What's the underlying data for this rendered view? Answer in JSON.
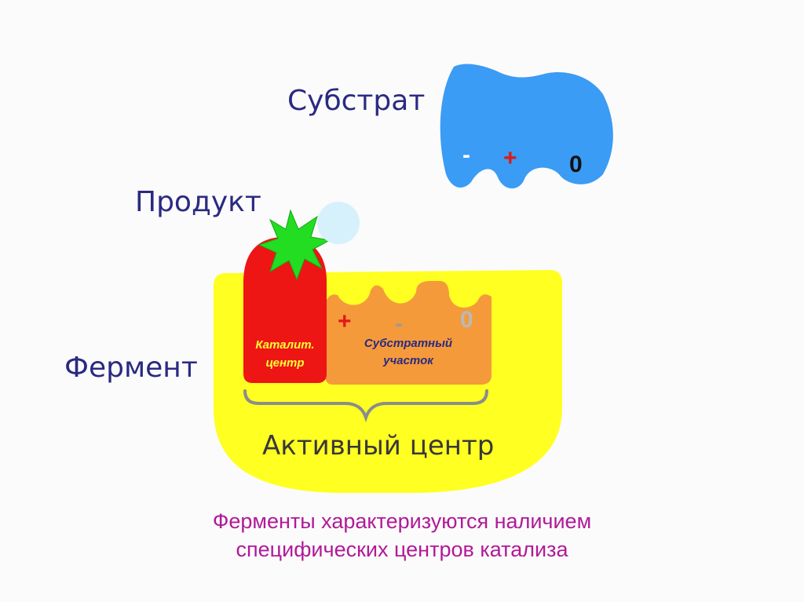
{
  "labels": {
    "substrate": "Субстрат",
    "product": "Продукт",
    "enzyme": "Фермент",
    "active_center": "Активный центр"
  },
  "enzyme_parts": {
    "catalytic_center_line1": "Каталит.",
    "catalytic_center_line2": "центр",
    "substrate_site_line1": "Субстратный",
    "substrate_site_line2": "участок"
  },
  "charges": {
    "substrate": [
      "-",
      "+",
      "0"
    ],
    "binding_site": [
      "+",
      "-",
      "0"
    ]
  },
  "caption": {
    "line1": "Ферменты характеризуются наличием",
    "line2": "специфических центров катализа"
  },
  "colors": {
    "substrate": "#3a9cf4",
    "enzyme": "#ffff22",
    "catalytic_center": "#ee1515",
    "substrate_site": "#f59a3a",
    "spark": "#22dd22",
    "product_bubble": "#d6f1fb",
    "label_text": "#2a2a82",
    "caption_text": "#b01a98"
  }
}
